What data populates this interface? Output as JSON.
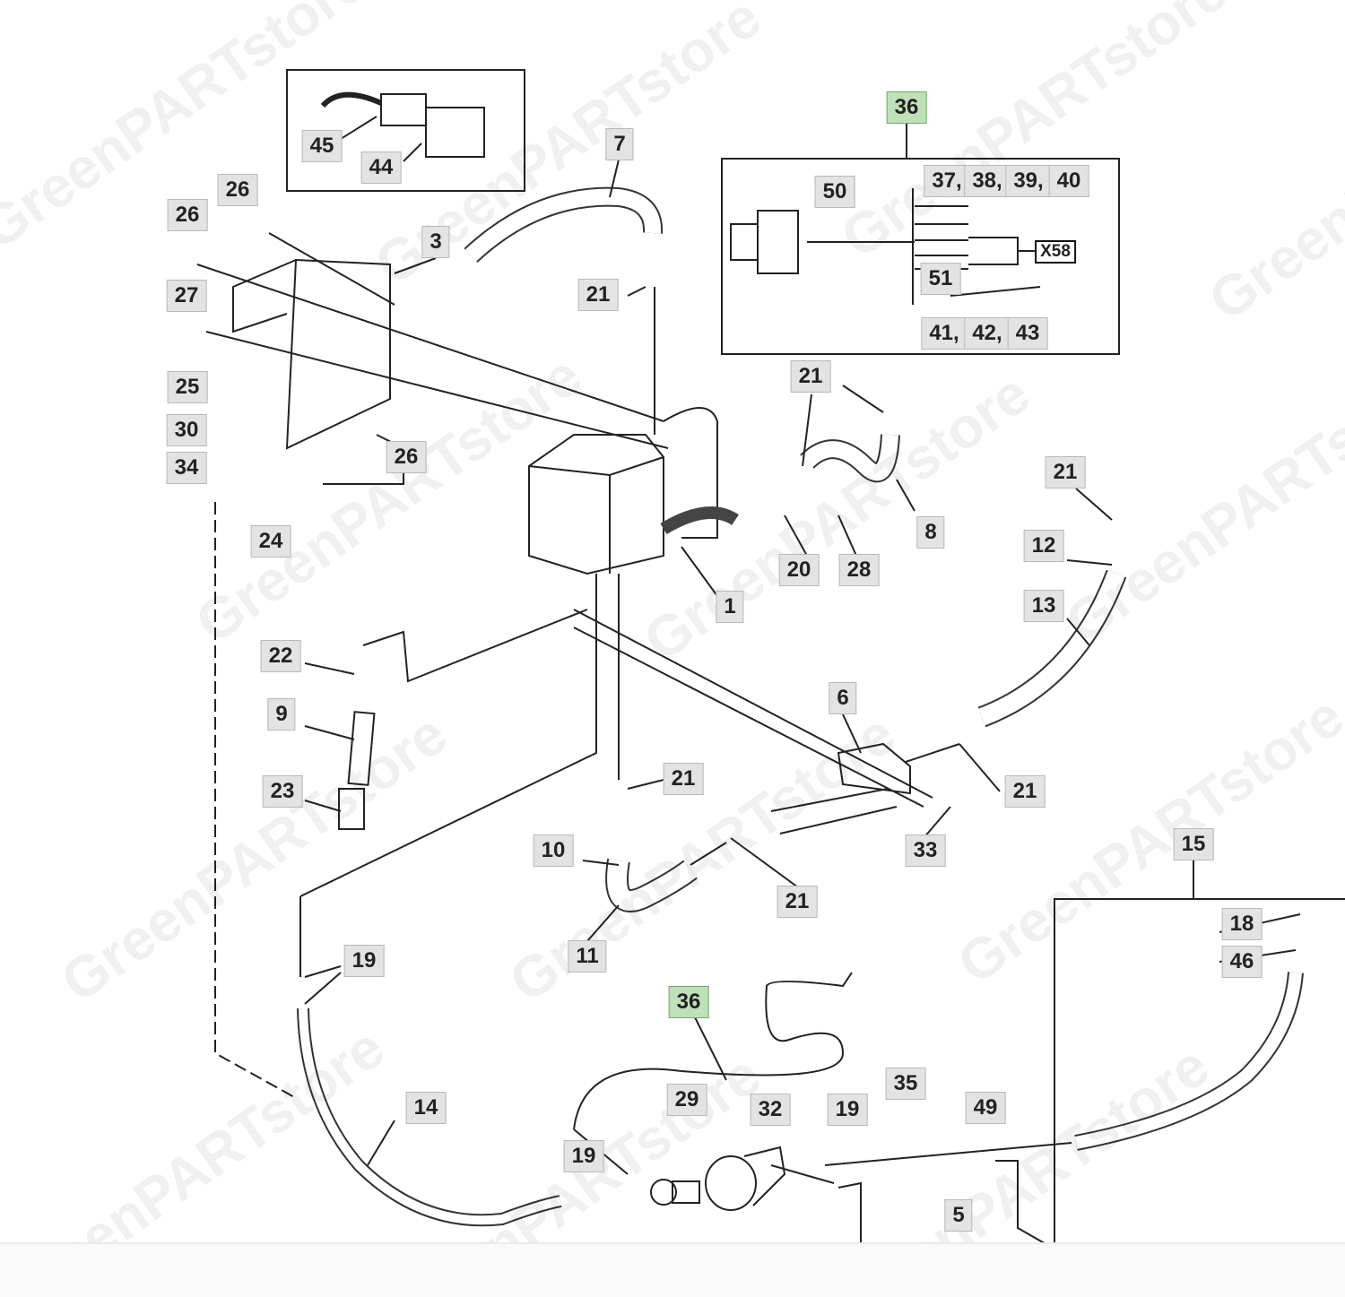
{
  "diagram": {
    "watermark": "GreenPARTstore",
    "labels": [
      "45",
      "44",
      "36",
      "50",
      "37,",
      "38,",
      "39,",
      "40",
      "X58",
      "51",
      "41,",
      "42,",
      "43",
      "7",
      "26",
      "26",
      "3",
      "21",
      "27",
      "25",
      "21",
      "30",
      "26",
      "34",
      "21",
      "24",
      "8",
      "20",
      "28",
      "12",
      "1",
      "13",
      "22",
      "6",
      "9",
      "21",
      "21",
      "23",
      "10",
      "33",
      "15",
      "21",
      "11",
      "18",
      "19",
      "46",
      "36",
      "29",
      "35",
      "14",
      "32",
      "19",
      "49",
      "19",
      "5"
    ],
    "highlight_color": "#bfe0b9",
    "label_color": "#e3e3e3"
  }
}
